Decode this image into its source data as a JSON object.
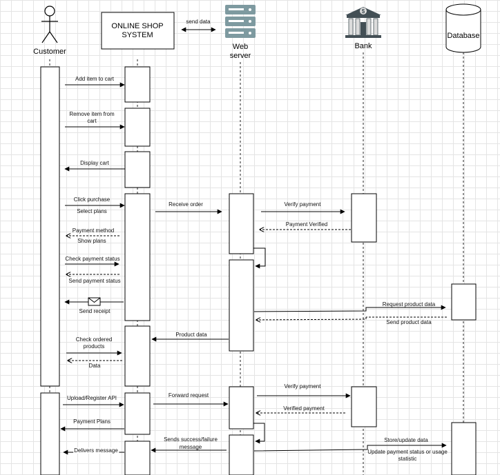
{
  "participants": {
    "customer": "Customer",
    "system_line1": "ONLINE SHOP",
    "system_line2": "SYSTEM",
    "webserver_line1": "Web",
    "webserver_line2": "server",
    "bank": "Bank",
    "database": "Database"
  },
  "top_link_label": "send data",
  "messages": {
    "add_item": "Add item to cart",
    "remove_item_1": "Remove item from",
    "remove_item_2": "cart",
    "display_cart": "Display cart",
    "click_purchase": "Click purchase",
    "select_plans": "Select plans",
    "receive_order": "Receive order",
    "verify_payment_1": "Verify payment",
    "payment_verified": "Payment Verified",
    "payment_method": "Payment method",
    "show_plans": "Show plans",
    "check_payment_status": "Check payment status",
    "send_payment_status": "Send payment status",
    "send_receipt": "Send receipt",
    "request_product_data": "Request product data",
    "send_product_data": "Send product data",
    "product_data": "Product data",
    "check_ordered_1": "Check ordered",
    "check_ordered_2": "products",
    "data": "Data",
    "upload_register_api": "Upload/Register API",
    "forward_request": "Forward request",
    "verify_payment_2": "Verify payment",
    "verified_payment": "Verified payment",
    "payment_plans": "Payment Plans",
    "sends_success_1": "Sends success/failure",
    "sends_success_2": "message",
    "store_update_data": "Store/update data",
    "update_status_1": "Update payment status or usage",
    "update_status_2": "statistic",
    "delivers_message": "Delivers message"
  },
  "icons": {
    "customer": "stick-figure-actor-icon",
    "webserver": "server-rack-icon",
    "bank": "bank-building-icon",
    "database": "database-cylinder-icon",
    "receipt": "envelope-icon"
  },
  "colors": {
    "server_icon": "#7e9aa0",
    "bank_icon_dark": "#434f55",
    "bank_icon_light": "#dcdcdc",
    "grid": "#e4e4e4"
  }
}
